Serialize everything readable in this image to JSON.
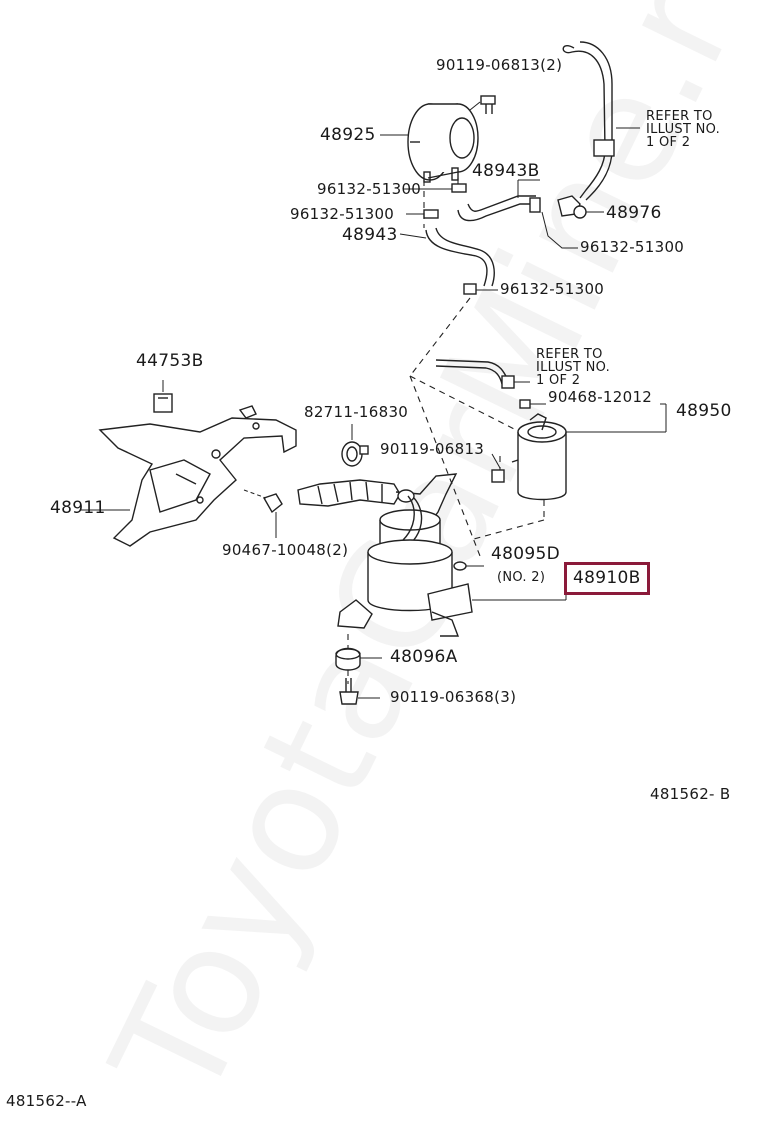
{
  "watermark": "ToyotaCarMine.ru",
  "labels": {
    "p_90119_06813_2": "90119-06813(2)",
    "p_48925": "48925",
    "p_refer_top": "REFER TO\nILLUST NO.\n1 OF 2",
    "p_48943b": "48943B",
    "p_96132_a": "96132-51300",
    "p_96132_b": "96132-51300",
    "p_48976": "48976",
    "p_48943": "48943",
    "p_96132_c": "96132-51300",
    "p_96132_d": "96132-51300",
    "p_44753b": "44753B",
    "p_refer_mid": "REFER TO\nILLUST NO.\n1 OF 2",
    "p_90468": "90468-12012",
    "p_48950": "48950",
    "p_82711": "82711-16830",
    "p_90119_06813": "90119-06813",
    "p_48911": "48911",
    "p_48095d": "48095D",
    "p_no2": "(NO. 2)",
    "p_48910b": "48910B",
    "p_90467": "90467-10048(2)",
    "p_48096a": "48096A",
    "p_90119_06368": "90119-06368(3)",
    "p_481562b": "481562- B",
    "p_481562a": "481562--A"
  },
  "highlight_color": "#8b1a3a"
}
